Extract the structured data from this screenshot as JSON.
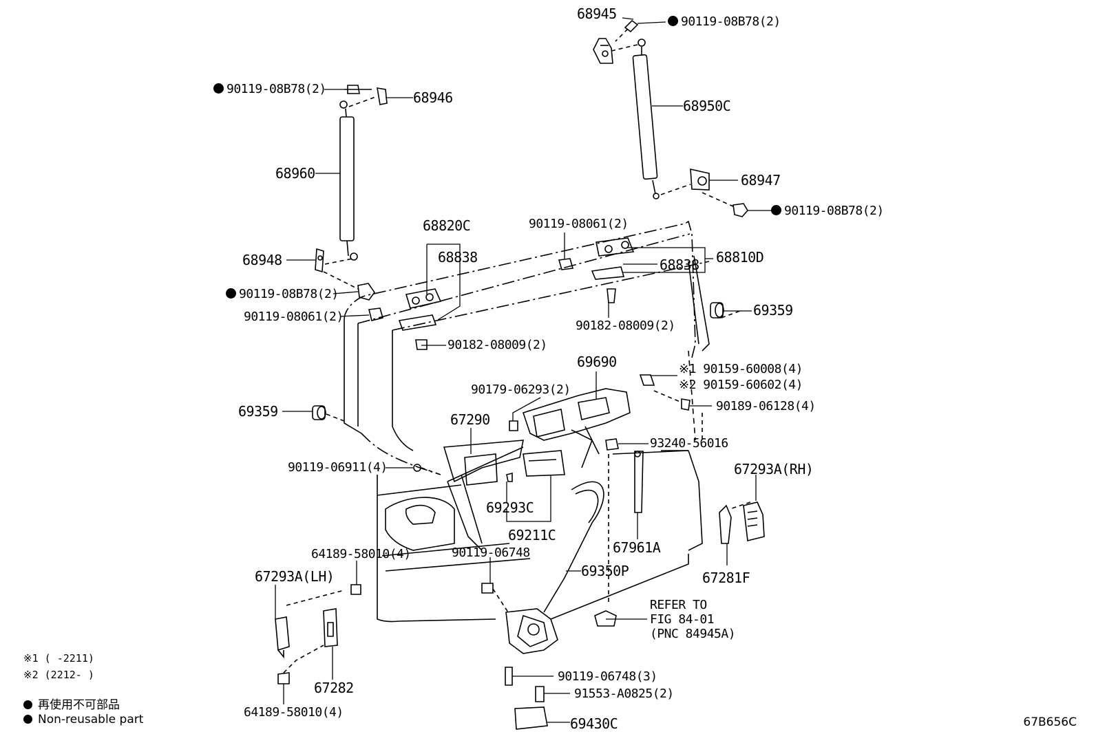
{
  "labels": {
    "p68945": "68945",
    "b90119_08B78_a": "90119-08B78(2)",
    "b90119_08B78_b": "90119-08B78(2)",
    "p68946": "68946",
    "p68950C": "68950C",
    "p68960": "68960",
    "p68947": "68947",
    "b90119_08B78_c": "90119-08B78(2)",
    "p68820C": "68820C",
    "p68838_a": "68838",
    "b90119_08061_a": "90119-08061(2)",
    "p68838_b": "68838",
    "p68810D": "68810D",
    "p68948": "68948",
    "b90119_08B78_d": "90119-08B78(2)",
    "p69359_a": "69359",
    "b90119_08061_b": "90119-08061(2)",
    "b90182_08009_a": "90182-08009(2)",
    "b90182_08009_b": "90182-08009(2)",
    "p69690": "69690",
    "s1_90159_60008": "※1 90159-60008(4)",
    "s2_90159_60602": "※2 90159-60602(4)",
    "b90179_06293": "90179-06293(2)",
    "b90189_06128": "90189-06128(4)",
    "p67290": "67290",
    "p69359_b": "69359",
    "b93240_56016": "93240-56016",
    "b90119_06911": "90119-06911(4)",
    "p67293A_RH": "67293A(RH)",
    "p69293C": "69293C",
    "p69211C": "69211C",
    "p67961A": "67961A",
    "b90119_06748_a": "90119-06748",
    "b64189_58010_a": "64189-58010(4)",
    "p69350P": "69350P",
    "p67293A_LH": "67293A(LH)",
    "p67281F": "67281F",
    "refer_1": "REFER TO",
    "refer_2": "FIG 84-01",
    "refer_3": "(PNC 84945A)",
    "p67282": "67282",
    "b90119_06748_b": "90119-06748(3)",
    "b91553_A0825": "91553-A0825(2)",
    "b64189_58010_b": "64189-58010(4)",
    "p69430C": "69430C"
  },
  "legend": {
    "mark1": "※1 (      -2211)",
    "mark2": "※2 (2212-      )",
    "non_reusable_jp": "再使用不可部品",
    "non_reusable_en": "Non-reusable part"
  },
  "figure_code": "67B656C"
}
